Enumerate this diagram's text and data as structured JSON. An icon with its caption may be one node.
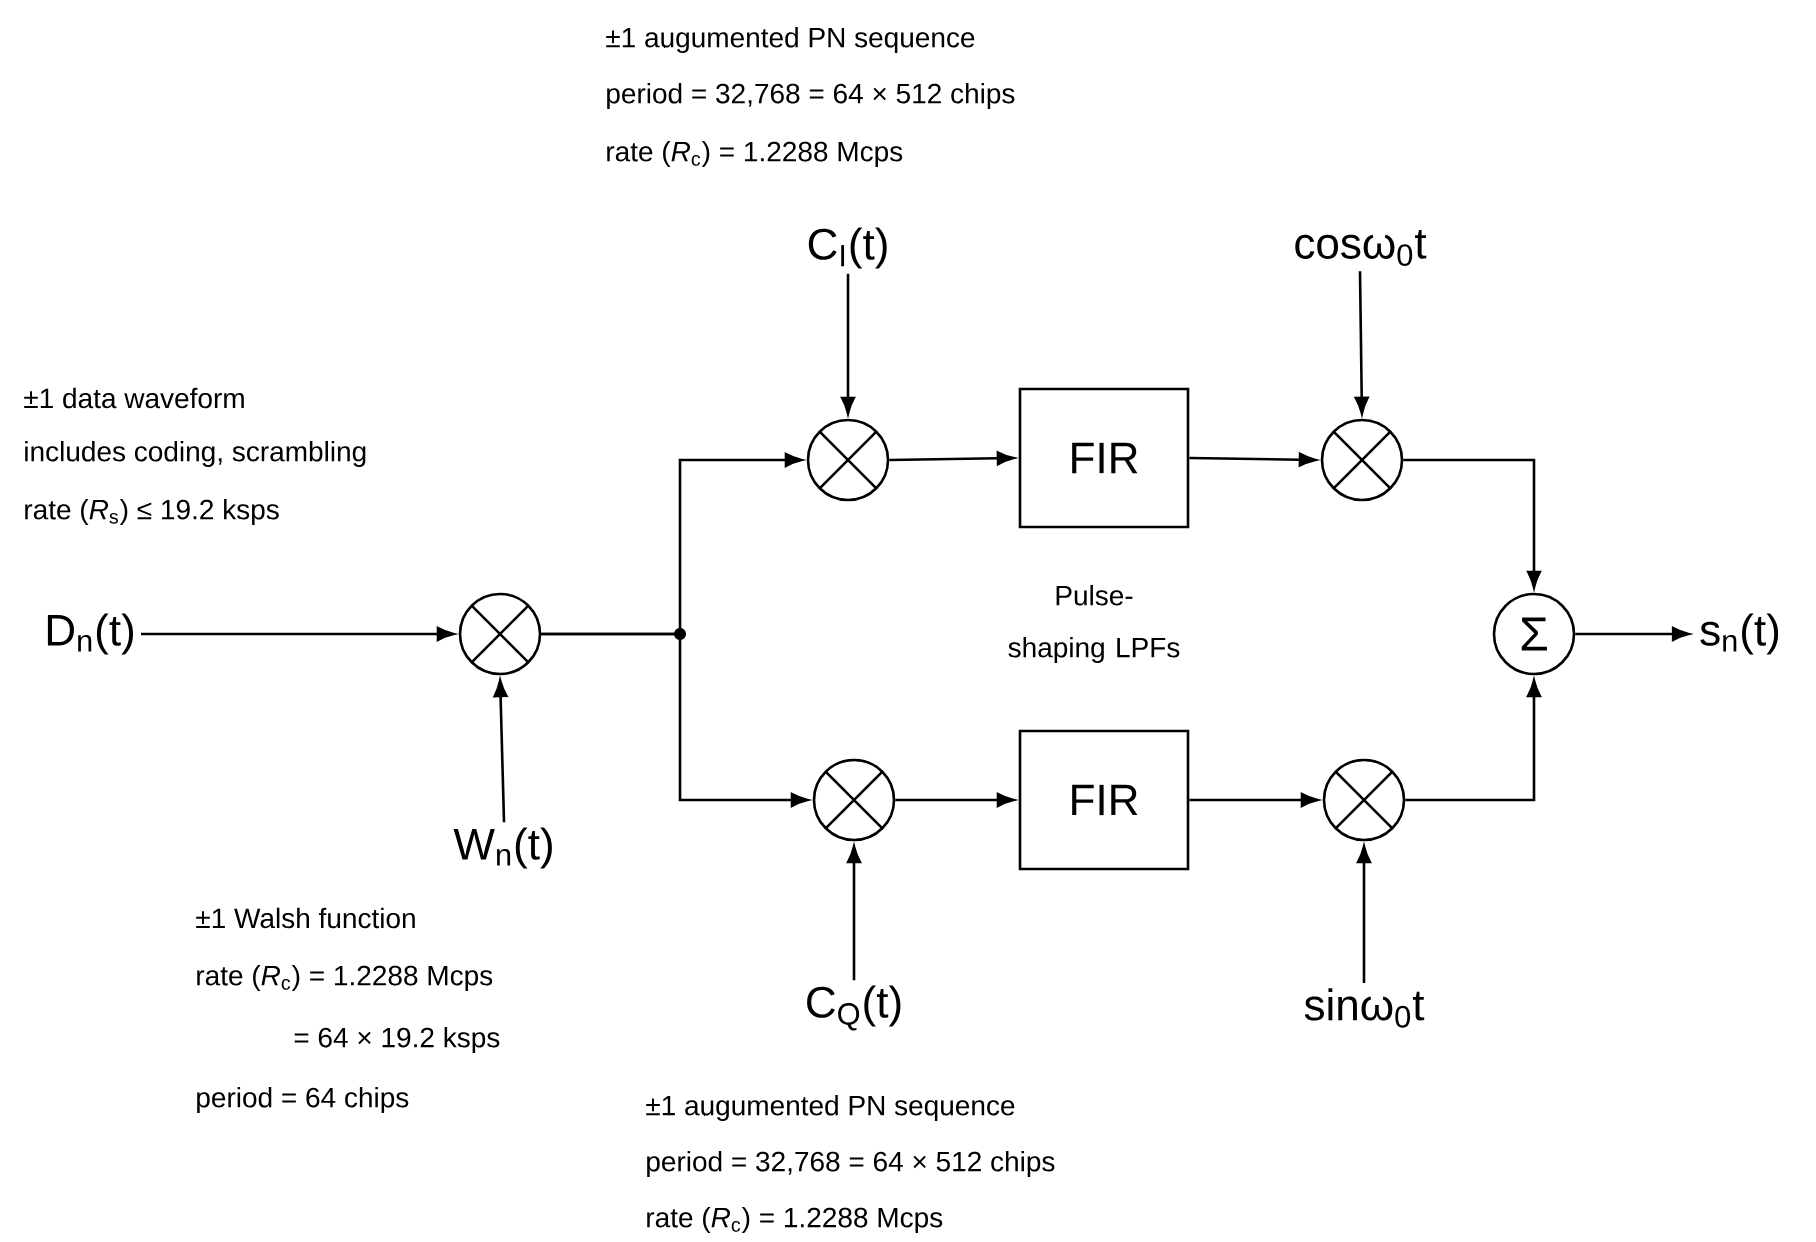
{
  "diagram": {
    "nodes": [
      {
        "text": [
          "D$_{n}$(t)"
        ]
      },
      {
        "text": [],
        "shape": "circle"
      },
      {
        "text": [
          "W$_{n}$(t)"
        ]
      },
      {
        "text": [
          "C$_{I}$(t)"
        ]
      },
      {
        "text": [],
        "shape": "circle"
      },
      {
        "text": [
          "FIR"
        ]
      },
      {
        "text": [
          "cosω$_{0}$t"
        ]
      },
      {
        "text": [],
        "shape": "circle"
      },
      {
        "text": [
          "C$_{Q}$(t)"
        ]
      },
      {
        "text": [],
        "shape": "circle"
      },
      {
        "text": [
          "FIR"
        ]
      },
      {
        "text": [
          "sinω$_{0}$t"
        ]
      },
      {
        "text": [],
        "shape": "circle"
      },
      {
        "text": [
          "Σ"
        ]
      },
      {
        "text": [
          "s$_{n}$(t)"
        ]
      }
    ],
    "edges": [
      {
        "from": 0,
        "to": 1,
        "arrow": "to"
      },
      {
        "from": 2,
        "to": 1,
        "arrow": "to"
      },
      {
        "from": 1,
        "to": 4,
        "arrow": "to"
      },
      {
        "from": 1,
        "to": 9,
        "arrow": "to"
      },
      {
        "from": 3,
        "to": 4,
        "arrow": "to"
      },
      {
        "from": 4,
        "to": 5,
        "arrow": "to"
      },
      {
        "from": 5,
        "to": 7,
        "arrow": "to"
      },
      {
        "from": 6,
        "to": 7,
        "arrow": "to"
      },
      {
        "from": 7,
        "to": 13,
        "arrow": "to"
      },
      {
        "from": 8,
        "to": 9,
        "arrow": "to"
      },
      {
        "from": 9,
        "to": 10,
        "arrow": "to"
      },
      {
        "from": 10,
        "to": 12,
        "arrow": "to"
      },
      {
        "from": 11,
        "to": 12,
        "arrow": "to"
      },
      {
        "from": 12,
        "to": 13,
        "arrow": "to"
      },
      {
        "from": 13,
        "to": 14,
        "arrow": "to"
      }
    ],
    "labels": [
      "±1 augumented PN sequence",
      "period = 32,768 = 64 × 512 chips",
      "rate (*R*$_{c}$) = 1.2288 Mcps",
      "±1 data waveform",
      "includes coding, scrambling",
      "rate (*R*$_{s}$) ≤ 19.2 ksps",
      "Pulse-shaping LPFs",
      "±1 Walsh function",
      "rate (*R*$_{c}$) = 1.2288 Mcps",
      "= 64 × 19.2 ksps",
      "period = 64 chips",
      "±1 augumented PN sequence",
      "period = 32,768 = 64 × 512 chips",
      "rate (*R*$_{c}$) = 1.2288 Mcps"
    ]
  }
}
